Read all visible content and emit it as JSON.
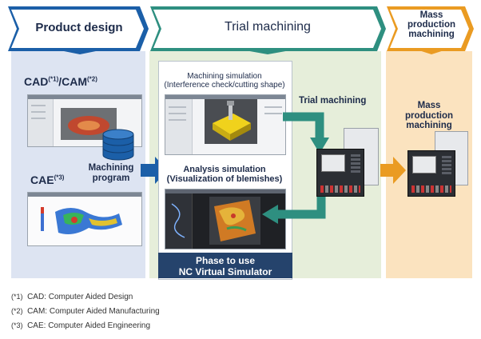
{
  "header": {
    "stage1": "Product design",
    "stage2": "Trial machining",
    "stage3_line1": "Mass",
    "stage3_line2": "production",
    "stage3_line3": "machining"
  },
  "design_panel": {
    "cad_cam_label": "CAD(*1)/CAM(*2)",
    "cae_label": "CAE(*3)",
    "program_line1": "Machining",
    "program_line2": "program"
  },
  "trial_panel": {
    "machining_sim_line1": "Machining simulation",
    "machining_sim_line2": "(Interference check/cutting shape)",
    "trial_machining_label": "Trial machining",
    "analysis_sim_line1": "Analysis simulation",
    "analysis_sim_line2": "(Visualization of blemishes)",
    "phase_line1": "Phase to use",
    "phase_line2": "NC Virtual Simulator"
  },
  "mass_panel": {
    "line1": "Mass",
    "line2": "production",
    "line3": "machining"
  },
  "footnotes": [
    {
      "mark": "(*1)",
      "text": "CAD: Computer Aided Design"
    },
    {
      "mark": "(*2)",
      "text": "CAM: Computer Aided Manufacturing"
    },
    {
      "mark": "(*3)",
      "text": "CAE: Computer Aided Engineering"
    }
  ],
  "colors": {
    "chevron_blue": "#1b5fa8",
    "chevron_teal": "#2e8f80",
    "chevron_orange": "#ea9b22",
    "panel_blue": "#dde4f2",
    "panel_green": "#e6eeda",
    "panel_orange": "#fbe3bf",
    "phase_banner": "#25436c",
    "arrow_blue": "#1b5fa8",
    "arrow_teal": "#2e8f80",
    "arrow_orange": "#ea9b22"
  }
}
